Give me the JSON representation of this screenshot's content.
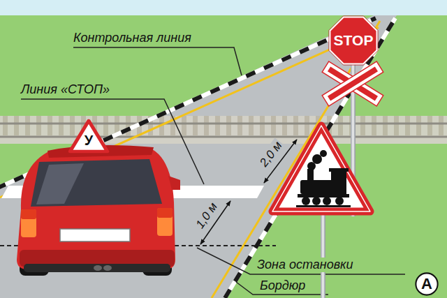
{
  "diagram": {
    "nodes": [
      {
        "text": [
          "STOP"
        ]
      },
      {
        "text": [
          "У"
        ]
      },
      {
        "text": [
          "A"
        ]
      }
    ],
    "labels": [
      "Контрольная линия",
      "Линия «СТОП»",
      "2,0 м",
      "1,0 м",
      "Зона остановки",
      "Бордюр"
    ]
  }
}
